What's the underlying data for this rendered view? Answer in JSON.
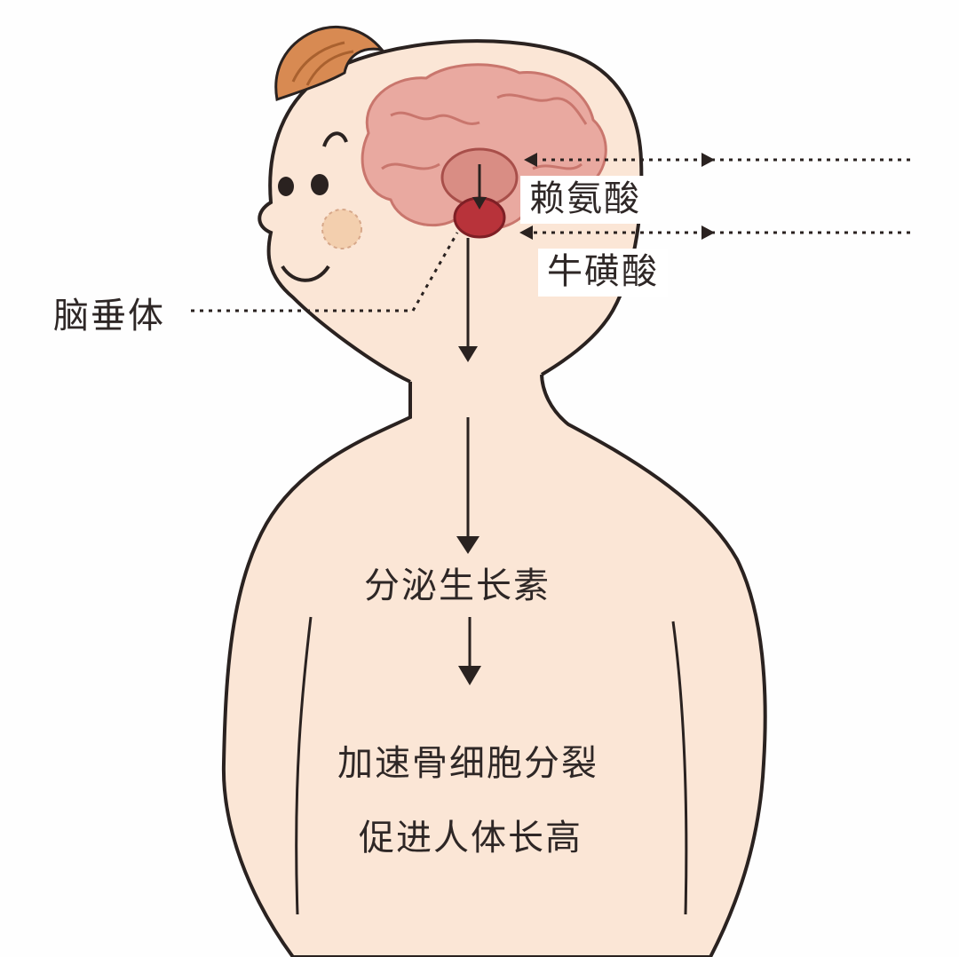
{
  "labels": {
    "lysine": "赖氨酸",
    "taurine": "牛磺酸",
    "pituitary": "脑垂体",
    "secrete": "分泌生长素",
    "accelerate": "加速骨细胞分裂",
    "promote": "促进人体长高"
  },
  "colors": {
    "skin": "#fbe6d6",
    "outline": "#2a2220",
    "brain": "#e9a9a0",
    "brain_shadow": "#d98d84",
    "pituitary": "#b8333a",
    "hair": "#d88a52",
    "cheek": "#f3cfae",
    "text": "#2e2726"
  }
}
